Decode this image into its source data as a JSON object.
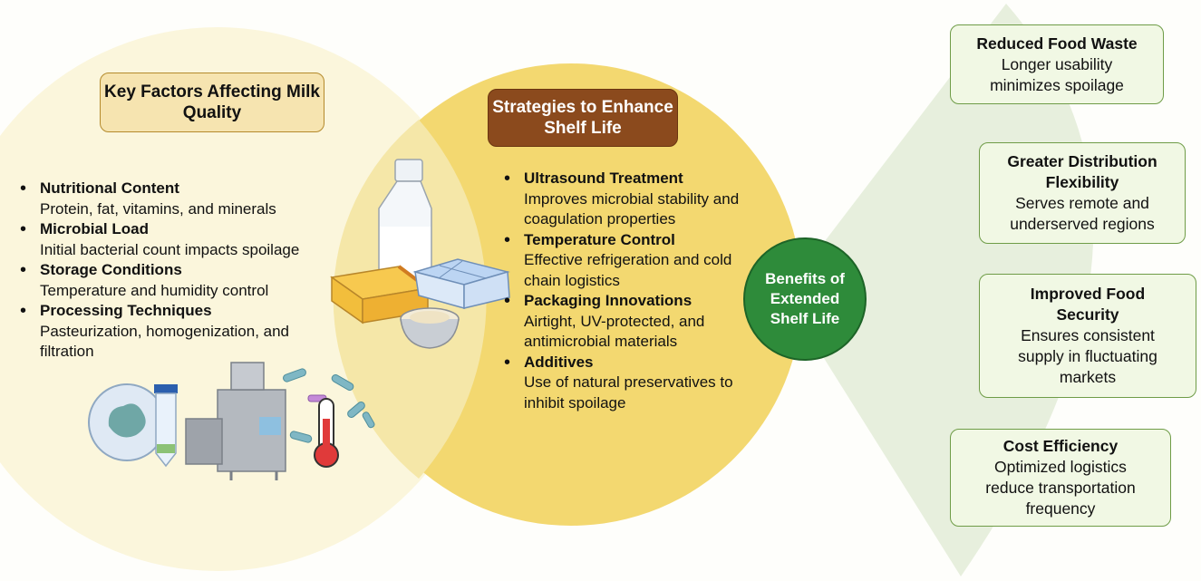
{
  "left_panel": {
    "title": "Key Factors Affecting Milk Quality",
    "items": [
      {
        "heading": "Nutritional Content",
        "text": "Protein, fat, vitamins, and minerals"
      },
      {
        "heading": "Microbial Load",
        "text": "Initial bacterial count impacts spoilage"
      },
      {
        "heading": "Storage Conditions",
        "text": "Temperature and humidity control"
      },
      {
        "heading": "Processing Techniques",
        "text": "Pasteurization, homogenization, and filtration"
      }
    ]
  },
  "middle_panel": {
    "title": "Strategies to Enhance Shelf Life",
    "items": [
      {
        "heading": "Ultrasound Treatment",
        "text": "Improves microbial stability and coagulation properties"
      },
      {
        "heading": "Temperature Control",
        "text": "Effective refrigeration and cold chain logistics"
      },
      {
        "heading": "Packaging Innovations",
        "text": "Airtight, UV-protected, and antimicrobial materials"
      },
      {
        "heading": "Additives",
        "text": "Use of natural preservatives to inhibit spoilage"
      }
    ]
  },
  "benefits": {
    "hub_label": "Benefits of Extended Shelf Life",
    "items": [
      {
        "title": "Reduced Food Waste",
        "text": "Longer usability minimizes spoilage"
      },
      {
        "title": "Greater Distribution Flexibility",
        "text": "Serves remote and underserved regions"
      },
      {
        "title": "Improved Food Security",
        "text": "Ensures consistent supply in fluctuating markets"
      },
      {
        "title": "Cost Efficiency",
        "text": "Optimized logistics reduce transportation frequency"
      }
    ]
  },
  "colors": {
    "left_circle": "#fbf6dc",
    "middle_circle": "#f3d870",
    "benefit_hub": "#2e8b3a",
    "benefit_box_border": "#6f9c47",
    "strategies_title_bg": "#8b4a1d"
  },
  "illustrations": [
    "milk-bottle-icon",
    "cheese-icon",
    "yogurt-cups-icon",
    "cream-bowl-icon",
    "microscope-sample-icon",
    "test-tube-icon",
    "processing-machine-icon",
    "bacteria-icon",
    "thermometer-icon"
  ]
}
